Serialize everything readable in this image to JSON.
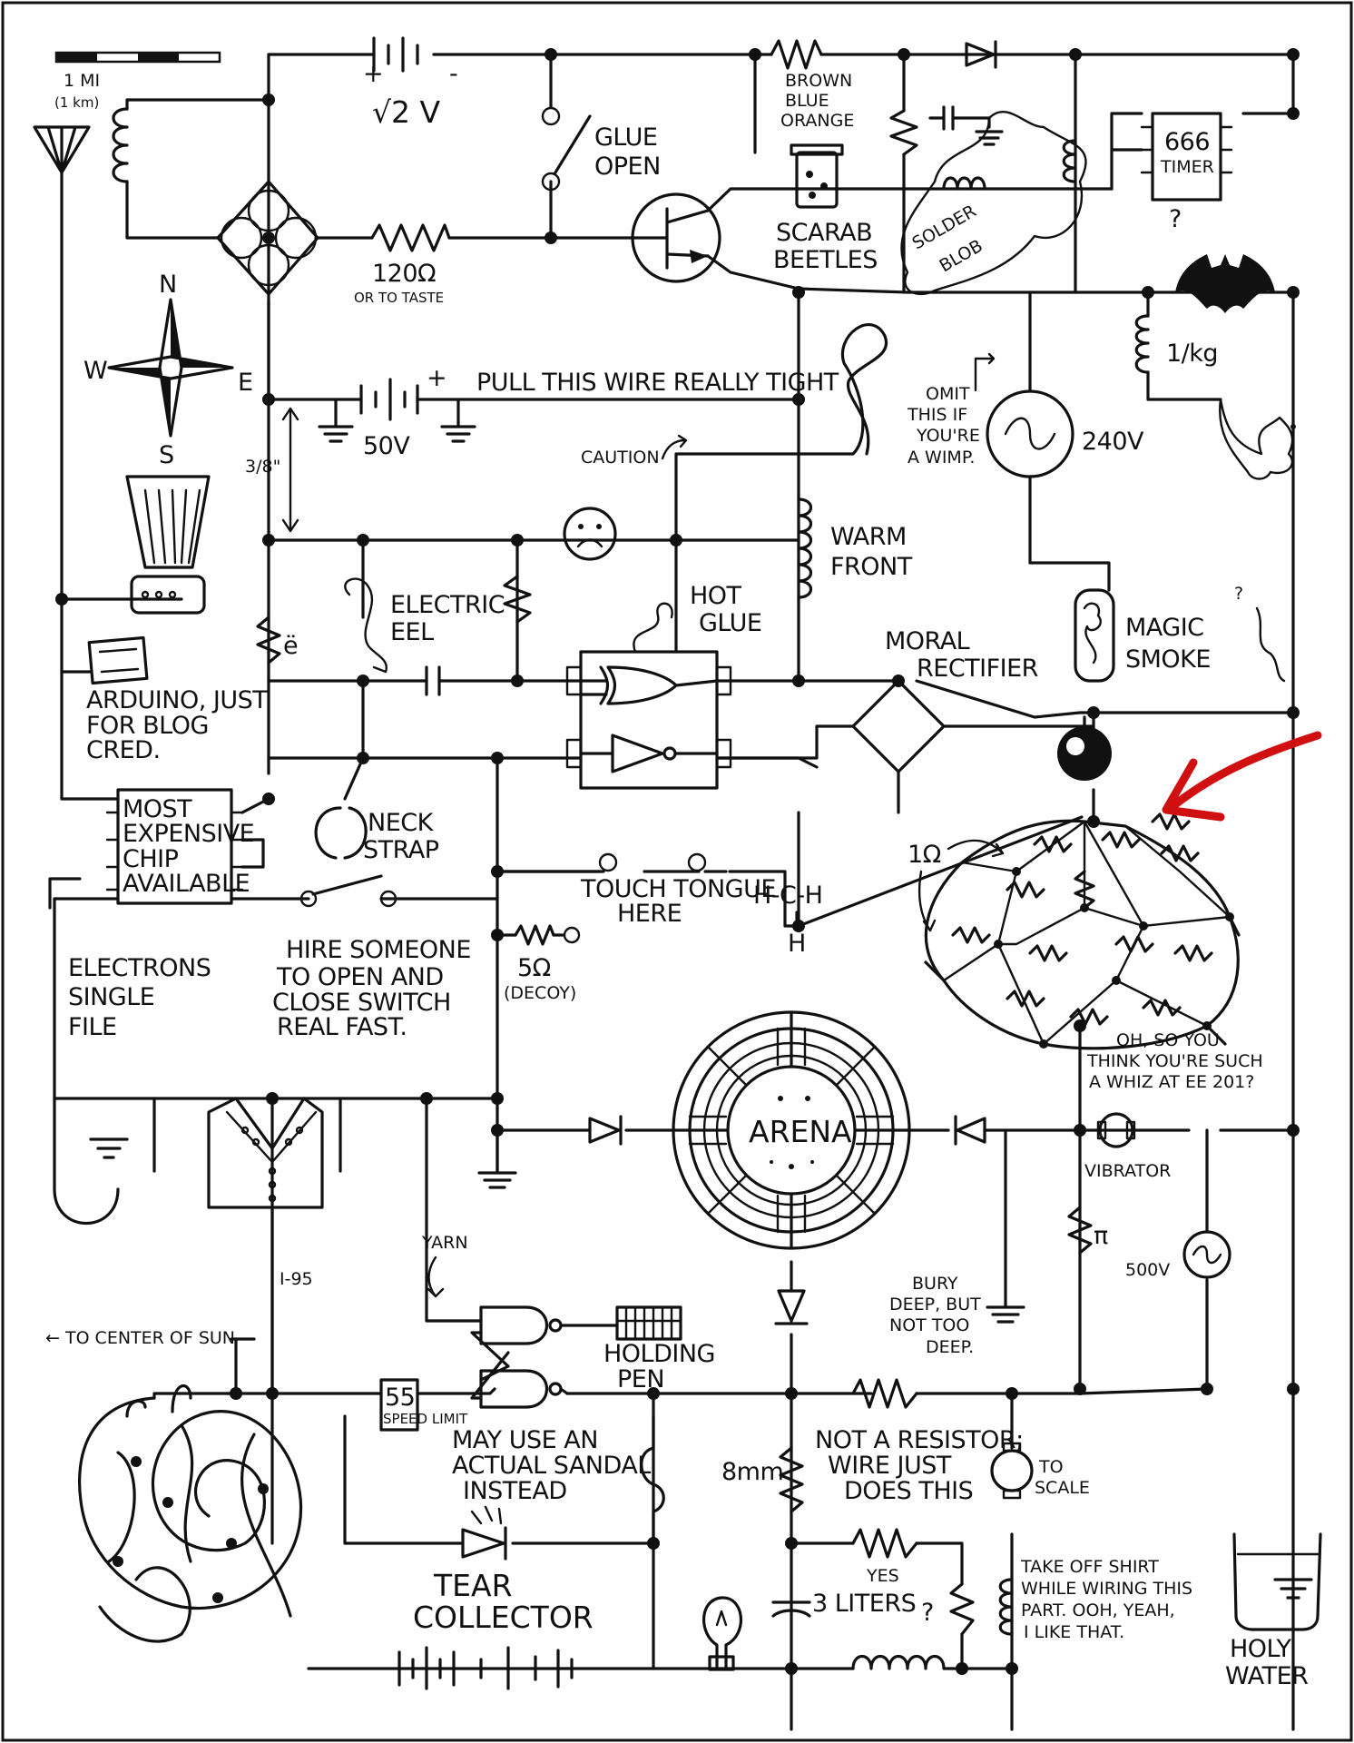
{
  "labels": {
    "scale_mi": "1 MI",
    "scale_km": "(1 km)",
    "battery_sqrt2": "√2 V",
    "plus": "+",
    "minus": "-",
    "glue_open_1": "GLUE",
    "glue_open_2": "OPEN",
    "resistor_colors_1": "BROWN",
    "resistor_colors_2": "BLUE",
    "resistor_colors_3": "ORANGE",
    "timer_1": "666",
    "timer_2": "TIMER",
    "timer_q": "?",
    "r120_1": "120Ω",
    "r120_2": "OR TO TASTE",
    "scarab_1": "SCARAB",
    "scarab_2": "BEETLES",
    "solder_1": "SOLDER",
    "solder_2": "BLOB",
    "compass_n": "N",
    "compass_s": "S",
    "compass_w": "W",
    "compass_e": "E",
    "inductance": "1/kg",
    "pull_wire": "PULL THIS WIRE REALLY TIGHT",
    "battery_50v": "50V",
    "omit_1": "OMIT",
    "omit_2": "THIS IF",
    "omit_3": "YOU'RE",
    "omit_4": "A WIMP.",
    "ac_240v": "240V",
    "caution": "CAUTION",
    "three_eighths": "3/8\"",
    "warm_1": "WARM",
    "warm_2": "FRONT",
    "electric_1": "ELECTRIC",
    "electric_2": "EEL",
    "r_e_umlaut": "ë",
    "hot_1": "HOT",
    "hot_2": "GLUE",
    "magic_1": "MAGIC",
    "magic_2": "SMOKE",
    "magic_q": "?",
    "moral_1": "MORAL",
    "moral_2": "RECTIFIER",
    "arduino_1": "ARDUINO, JUST",
    "arduino_2": "FOR BLOG",
    "arduino_3": "CRED.",
    "chip_1": "MOST",
    "chip_2": "EXPENSIVE",
    "chip_3": "CHIP",
    "chip_4": "AVAILABLE",
    "neck_1": "NECK",
    "neck_2": "STRAP",
    "touch_1": "TOUCH TONGUE",
    "touch_2": "HERE",
    "methane_1": "H-C-H",
    "methane_2": "H",
    "one_ohm": "1Ω",
    "electrons_1": "ELECTRONS",
    "electrons_2": "SINGLE",
    "electrons_3": "FILE",
    "hire_1": "HIRE SOMEONE",
    "hire_2": "TO OPEN AND",
    "hire_3": "CLOSE SWITCH",
    "hire_4": "REAL FAST.",
    "decoy_1": "5Ω",
    "decoy_2": "(DECOY)",
    "whiz_1": "OH, SO YOU",
    "whiz_2": "THINK YOU'RE SUCH",
    "whiz_3": "A WHIZ AT EE 201?",
    "arena": "ARENA",
    "vibrator": "VIBRATOR",
    "yarn": "YARN",
    "i95": "I-95",
    "pi": "π",
    "ac_500v": "500V",
    "bury_1": "BURY",
    "bury_2": "DEEP, BUT",
    "bury_3": "NOT TOO",
    "bury_4": "DEEP.",
    "sun": "← TO CENTER OF SUN",
    "holding_1": "HOLDING",
    "holding_2": "PEN",
    "speed_1": "55",
    "speed_2": "SPEED LIMIT",
    "sandal_1": "MAY USE AN",
    "sandal_2": "ACTUAL SANDAL",
    "sandal_3": "INSTEAD",
    "notres_1": "NOT A RESISTOR;",
    "notres_2": "WIRE JUST",
    "notres_3": "DOES THIS",
    "eight_mm": "8mm",
    "scale_1": "TO",
    "scale_2": "SCALE",
    "tear_1": "TEAR",
    "tear_2": "COLLECTOR",
    "yes": "YES",
    "liters": "3 LITERS",
    "question": "?",
    "shirt_1": "TAKE OFF SHIRT",
    "shirt_2": "WHILE WIRING THIS",
    "shirt_3": "PART. OOH, YEAH,",
    "shirt_4": "I LIKE THAT.",
    "holy_1": "HOLY",
    "holy_2": "WATER"
  },
  "colors": {
    "ink": "#111111",
    "paper": "#ffffff",
    "annotation_arrow": "#d01010"
  },
  "icons": [
    "antenna-icon",
    "compass-icon",
    "blender-icon",
    "arduino-icon",
    "chip-icon",
    "frowny-face-icon",
    "bat-symbol-icon",
    "squirrel-icon",
    "scarab-jar-icon",
    "lightbulb-icon",
    "beaker-icon",
    "battery-icon",
    "ground-icon",
    "motor-icon",
    "diode-icon",
    "transistor-icon",
    "xor-gate-icon",
    "not-gate-icon",
    "nand-gate-icon",
    "red-arrow-icon"
  ]
}
